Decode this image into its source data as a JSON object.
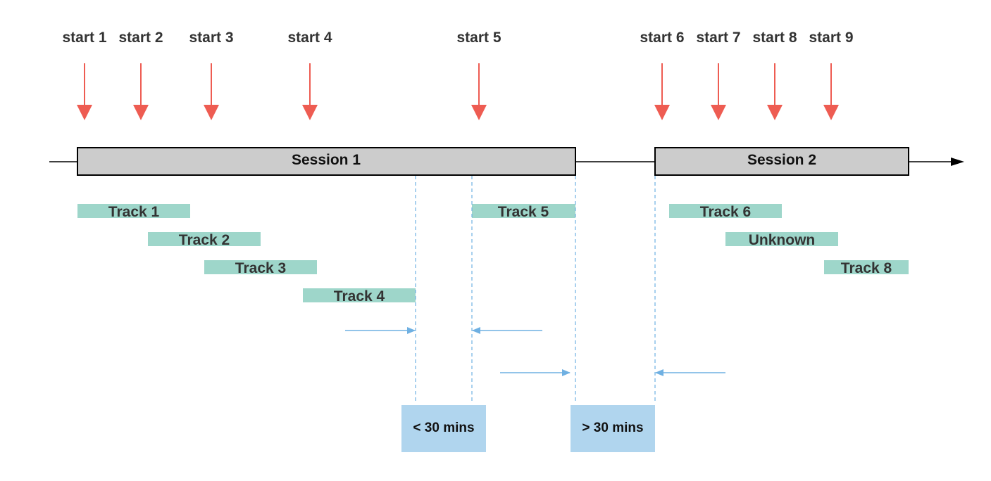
{
  "colors": {
    "start_arrow": "#ee5c52",
    "session_fill": "#cccccc",
    "session_stroke": "#000000",
    "track_fill": "#9ed6ca",
    "gap_fill": "#b0d5ee",
    "guide_line": "#6fb0e2",
    "timeline": "#000000"
  },
  "starts": [
    {
      "label": "start 1"
    },
    {
      "label": "start 2"
    },
    {
      "label": "start 3"
    },
    {
      "label": "start 4"
    },
    {
      "label": "start 5"
    },
    {
      "label": "start 6"
    },
    {
      "label": "start 7"
    },
    {
      "label": "start 8"
    },
    {
      "label": "start 9"
    }
  ],
  "sessions": [
    {
      "label": "Session 1"
    },
    {
      "label": "Session 2"
    }
  ],
  "tracks": [
    {
      "label": "Track 1"
    },
    {
      "label": "Track 2"
    },
    {
      "label": "Track 3"
    },
    {
      "label": "Track 4"
    },
    {
      "label": "Track 5"
    },
    {
      "label": "Track 6"
    },
    {
      "label": "Unknown"
    },
    {
      "label": "Track 8"
    }
  ],
  "gaps": [
    {
      "label": "< 30 mins"
    },
    {
      "label": "> 30 mins"
    }
  ]
}
